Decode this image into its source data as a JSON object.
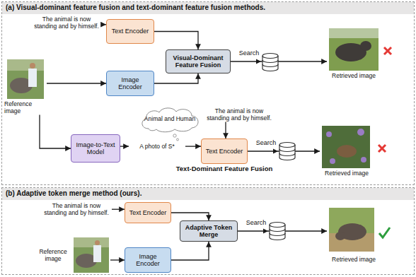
{
  "diagram": {
    "nodes": [
      {
        "text": [
          "(a) Visual-dominant feature fusion and text-dominant feature fusion methods."
        ]
      },
      {
        "text": [
          "The animal is now standing and by himself."
        ],
        "in": 0
      },
      {
        "text": [
          "Text Encoder"
        ],
        "in": 0
      },
      {
        "text": [
          "Visual-Dominant Feature Fusion"
        ],
        "in": 0
      },
      {
        "text": [
          "Retrieved image"
        ],
        "in": 0
      },
      {
        "text": [
          "Reference image"
        ],
        "in": 0
      },
      {
        "text": [
          "Image Encoder"
        ],
        "in": 0
      },
      {
        "text": [
          "Image-to-Text Model"
        ],
        "in": 0
      },
      {
        "text": [
          "A photo of S*"
        ],
        "in": 0
      },
      {
        "text": [
          "Animal and Human"
        ],
        "in": 0
      },
      {
        "text": [
          "The animal is now standing and by himself."
        ],
        "in": 0
      },
      {
        "text": [
          "Text Encoder",
          "Text-Dominant Feature Fusion"
        ],
        "in": 0
      },
      {
        "text": [
          "Retrieved image"
        ],
        "in": 0
      },
      {
        "text": [
          "(b) Adaptive token merge method (ours)."
        ]
      },
      {
        "text": [
          "The animal is now standing and by himself."
        ],
        "in": 13
      },
      {
        "text": [
          "Text Encoder"
        ],
        "in": 13
      },
      {
        "text": [
          "Adaptive Token Merge"
        ],
        "in": 13
      },
      {
        "text": [
          "Retrieved image"
        ],
        "in": 13
      },
      {
        "text": [
          "Reference image"
        ],
        "in": 13
      },
      {
        "text": [
          "Image Encoder"
        ],
        "in": 13
      }
    ],
    "edges": [
      {
        "from": 1,
        "to": 2,
        "arrow": "to"
      },
      {
        "from": 2,
        "to": 3,
        "arrow": "to"
      },
      {
        "from": 6,
        "to": 3,
        "arrow": "to"
      },
      {
        "from": 5,
        "to": 6,
        "arrow": "to"
      },
      {
        "from": 5,
        "to": 7,
        "arrow": "to"
      },
      {
        "from": 3,
        "to": 4,
        "label": "Search",
        "arrow": "to"
      },
      {
        "from": 7,
        "to": 8,
        "arrow": "to"
      },
      {
        "from": 8,
        "to": 11,
        "arrow": "to"
      },
      {
        "from": 10,
        "to": 11,
        "arrow": "to"
      },
      {
        "from": 11,
        "to": 12,
        "label": "Search",
        "arrow": "to"
      },
      {
        "from": 14,
        "to": 15,
        "arrow": "to"
      },
      {
        "from": 15,
        "to": 16,
        "arrow": "to"
      },
      {
        "from": 19,
        "to": 16,
        "arrow": "to"
      },
      {
        "from": 18,
        "to": 19,
        "arrow": "to"
      },
      {
        "from": 16,
        "to": 17,
        "label": "Search",
        "arrow": "to"
      }
    ]
  }
}
